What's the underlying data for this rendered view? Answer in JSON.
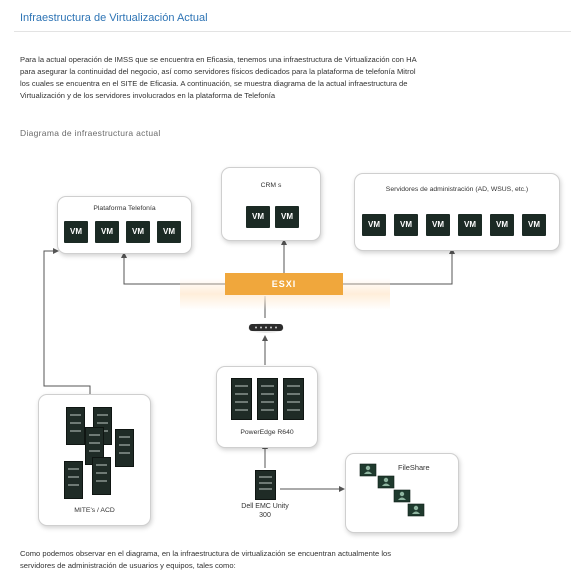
{
  "heading": "Infraestructura de Virtualización Actual",
  "intro_lines": [
    "Para la actual operación de IMSS que se encuentra en Eficasia, tenemos una infraestructura de Virtualización con HA",
    "para asegurar la continuidad del negocio, así como servidores físicos dedicados para la plataforma de telefonía Mitrol",
    "los cuales se encuentra en el SITE de Eficasia. A continuación, se muestra diagrama de la actual infraestructura de",
    "Virtualización y de los servidores involucrados en la plataforma de Telefonía"
  ],
  "diagram_heading": "Diagrama de infraestructura actual",
  "diagram": {
    "telefonia_label": "Plataforma Telefonía",
    "crm_label": "CRM s",
    "admin_label": "Servidores de administración (AD, WSUS, etc.)",
    "vm_label": "VM",
    "esxi_label": "ESXI",
    "poweredge_label": "PowerEdge R640",
    "mite_label": "MITE's / ACD",
    "unity_label": "Dell EMC Unity 300",
    "fileshare_label": "FileShare"
  },
  "outro_lines": [
    "Como podemos observar en el diagrama, en la infraestructura de virtualización se encuentran actualmente los",
    "servidores de administración de usuarios y equipos, tales como:"
  ],
  "colors": {
    "heading": "#2e74b5",
    "esxi": "#f0a73c",
    "server": "#1f2b26"
  }
}
